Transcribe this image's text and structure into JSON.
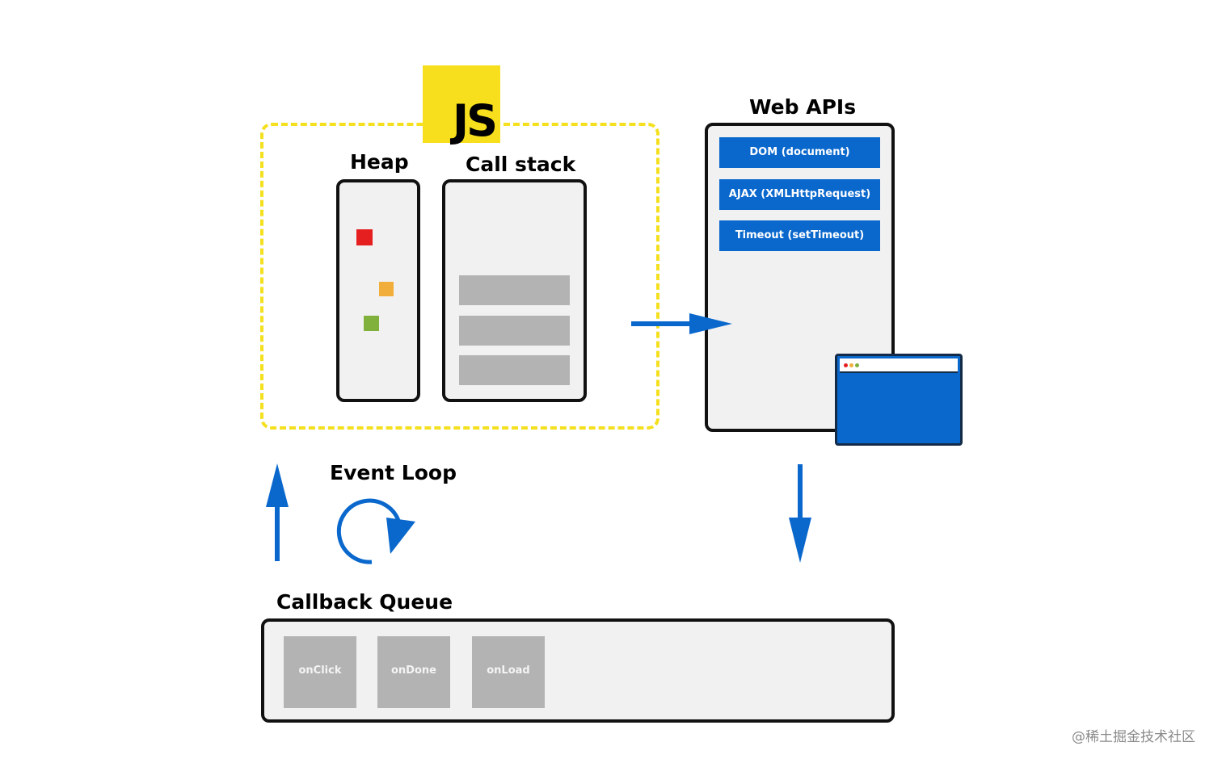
{
  "engine": {
    "logo_text": "JS",
    "heap_label": "Heap",
    "callstack_label": "Call stack",
    "heap_items": [
      {
        "color": "#e51f1f"
      },
      {
        "color": "#f2ae3b"
      },
      {
        "color": "#7fb13c"
      }
    ],
    "stack_frame_count": 3
  },
  "web_apis": {
    "label": "Web APIs",
    "items": [
      "DOM (document)",
      "AJAX (XMLHttpRequest)",
      "Timeout (setTimeout)"
    ]
  },
  "event_loop": {
    "label": "Event Loop"
  },
  "callback_queue": {
    "label": "Callback Queue",
    "items": [
      "onClick",
      "onDone",
      "onLoad"
    ]
  },
  "watermark": "@稀土掘金技术社区",
  "colors": {
    "accent_blue": "#0a68cd",
    "js_yellow": "#f7df1e",
    "dashed_yellow": "#f4e01f",
    "panel_bg": "#f1f1f1",
    "frame_gray": "#b3b3b3"
  }
}
